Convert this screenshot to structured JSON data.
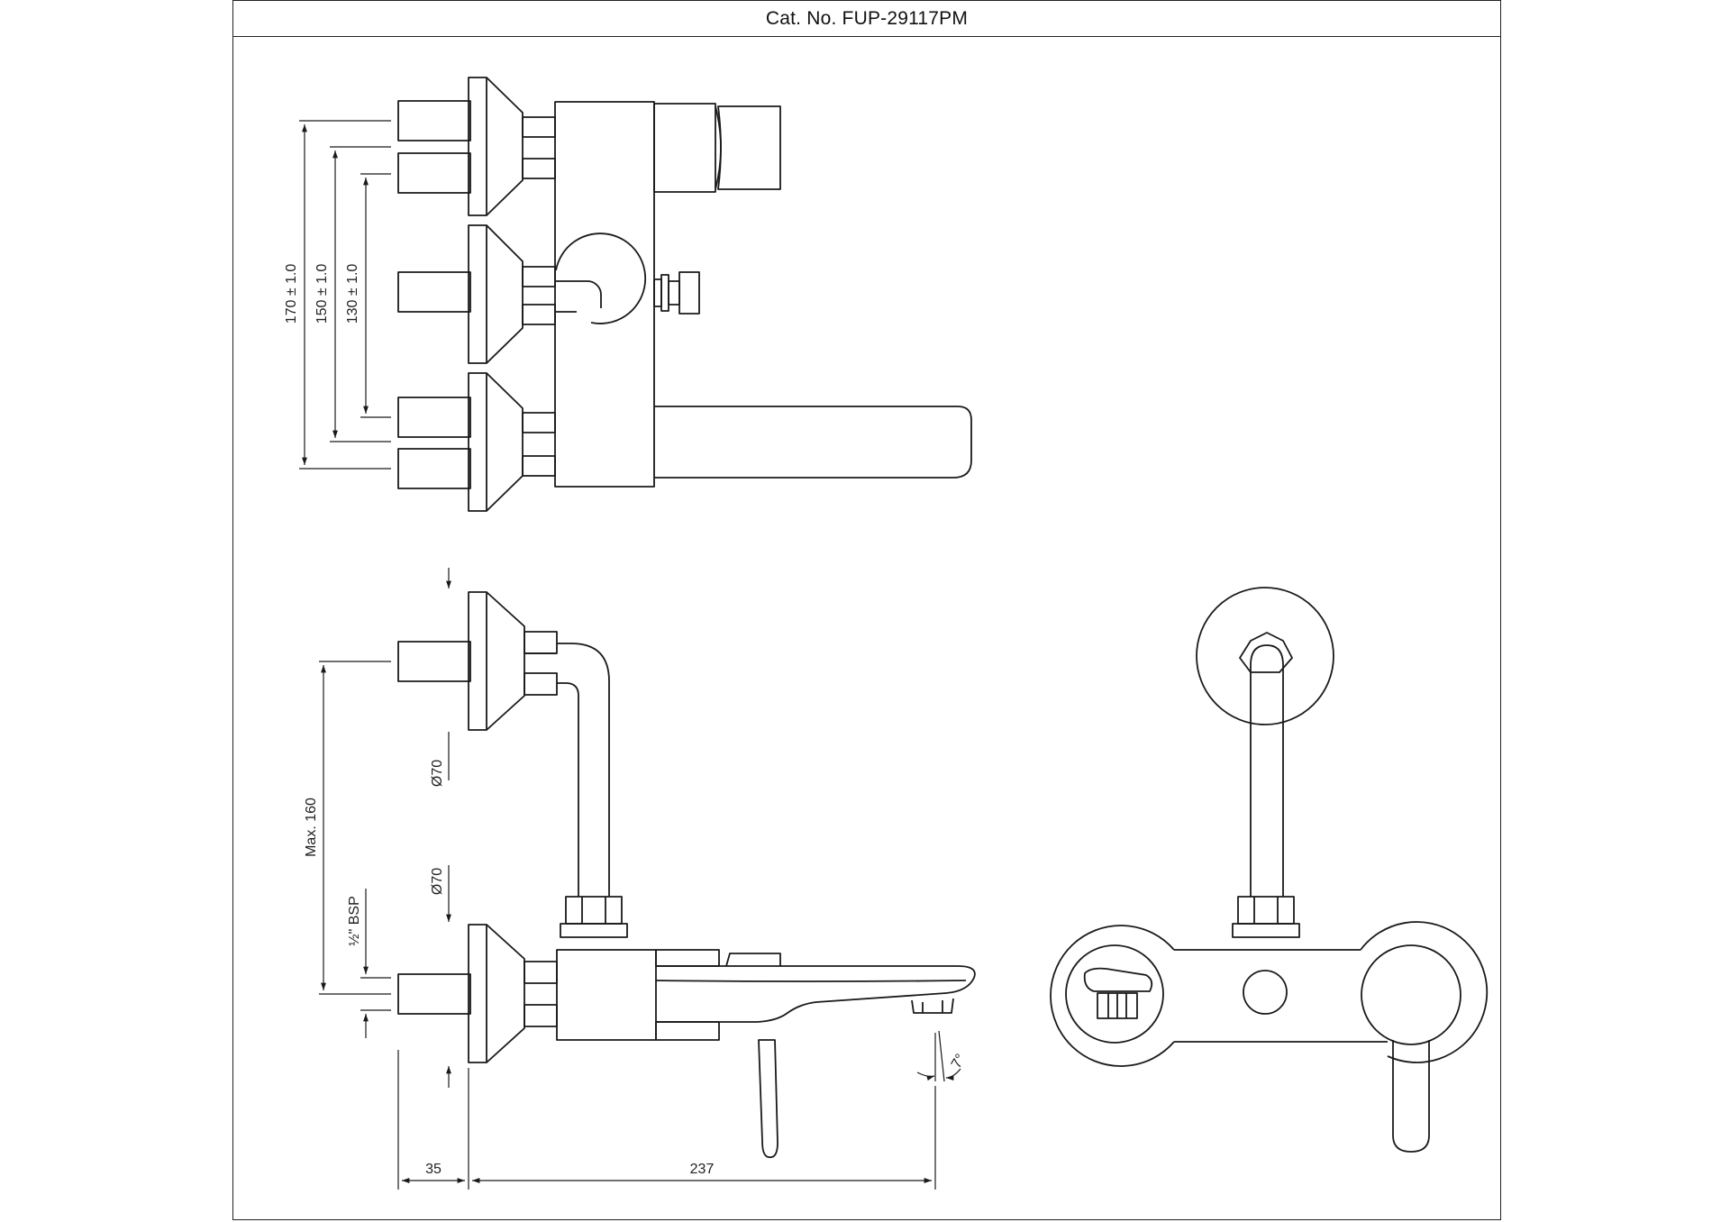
{
  "title_block": {
    "cat_no": "Cat. No. FUP-29117PM"
  },
  "dimensions": {
    "centers_170": "170 ± 1.0",
    "centers_150": "150 ± 1.0",
    "centers_130": "130 ± 1.0",
    "max_160": "Max. 160",
    "dia_70_top": "Ø70",
    "dia_70_bottom": "Ø70",
    "thread": "½\" BSP",
    "wall_35": "35",
    "reach_237": "237",
    "angle_7": "7°"
  },
  "colors": {
    "line": "#1a1a1a",
    "background": "#ffffff"
  }
}
